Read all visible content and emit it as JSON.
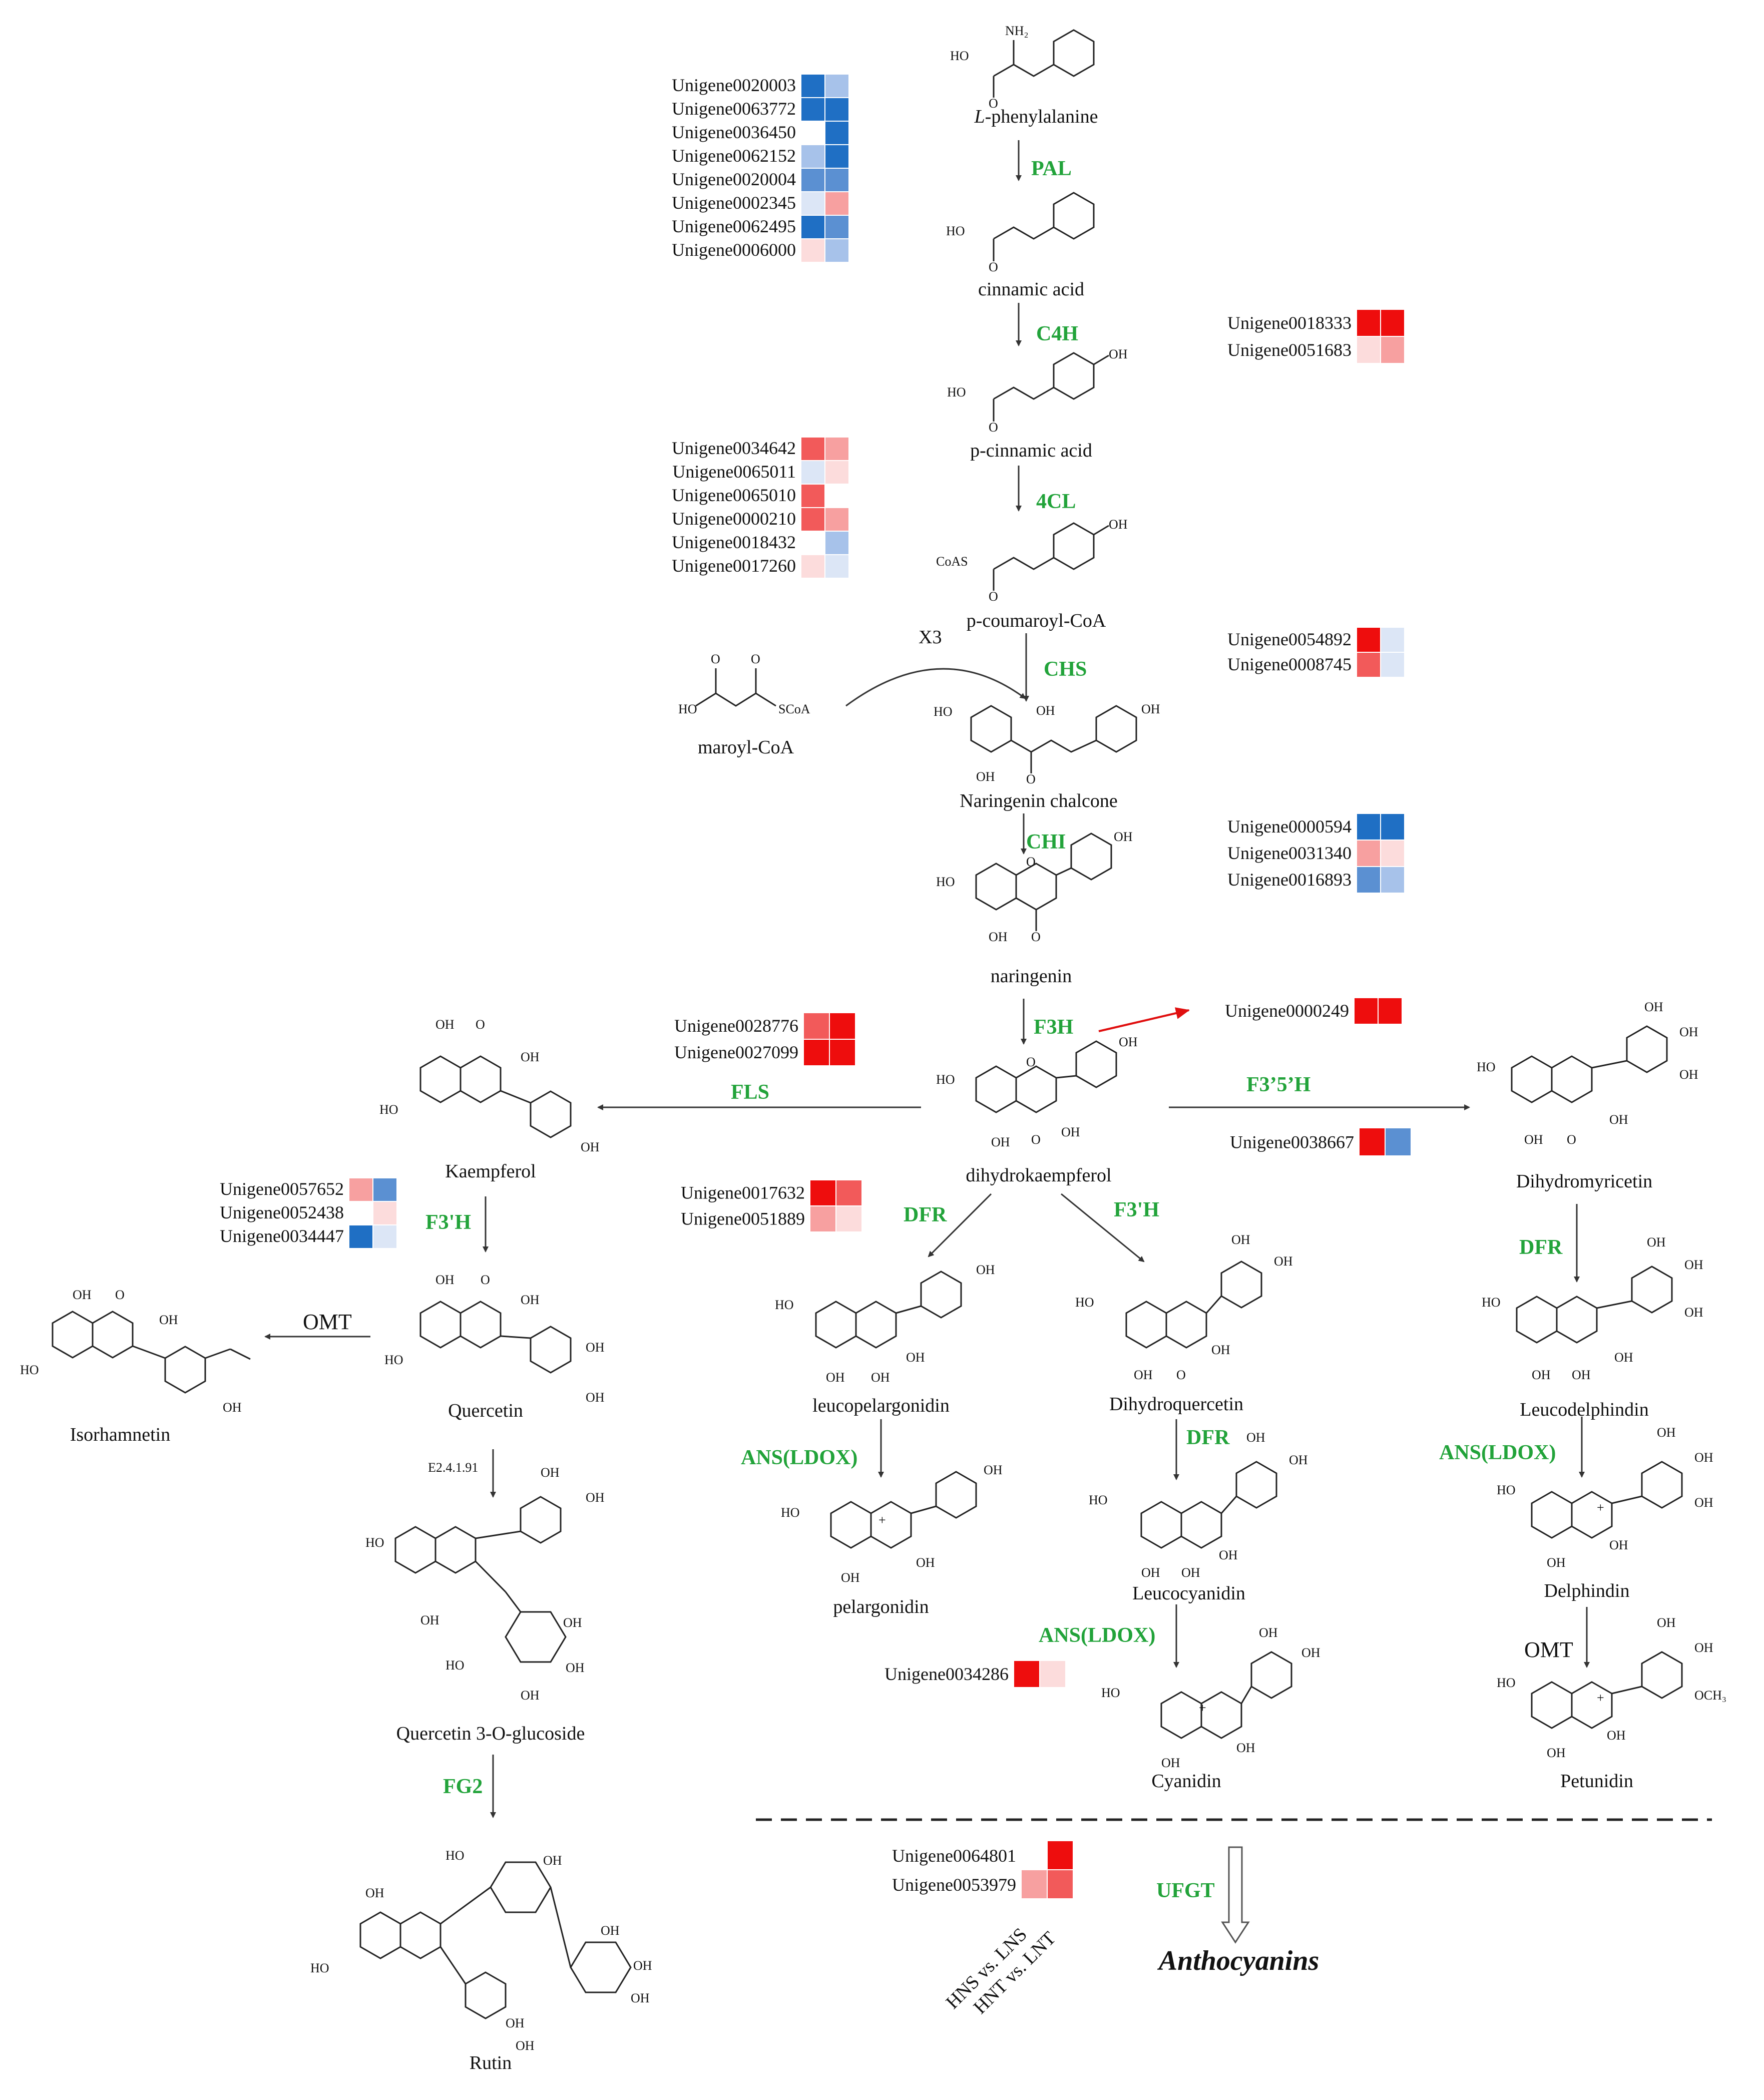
{
  "compounds": {
    "phe_prefix": "L",
    "phe_suffix": "-phenylalanine",
    "cinnamic": "cinnamic acid",
    "pcinnamic": "p-cinnamic acid",
    "pcoumaroyl": "p-coumaroyl-CoA",
    "maroyl": "maroyl-CoA",
    "chalcone": "Naringenin chalcone",
    "naringenin": "naringenin",
    "dhk": "dihydrokaempferol",
    "kaempferol": "Kaempferol",
    "quercetin": "Quercetin",
    "isorhamnetin": "Isorhamnetin",
    "q3g": "Quercetin 3-O-glucoside",
    "rutin": "Rutin",
    "leucopel": "leucopelargonidin",
    "pelargonidin": "pelargonidin",
    "dhq": "Dihydroquercetin",
    "leucocyan": "Leucocyanidin",
    "cyanidin": "Cyanidin",
    "dhm": "Dihydromyricetin",
    "leucodel": "Leucodelphindin",
    "delphindin": "Delphindin",
    "petunidin": "Petunidin",
    "anthocyanins": "Anthocyanins"
  },
  "enzymes": {
    "pal": "PAL",
    "c4h": "C4H",
    "fourcl": "4CL",
    "chs": "CHS",
    "chi": "CHI",
    "f3h": "F3H",
    "fls": "FLS",
    "f35h": "F3’5’H",
    "f3ph_a": "F3'H",
    "f3ph_b": "F3'H",
    "dfr_a": "DFR",
    "dfr_b": "DFR",
    "dfr_c": "DFR",
    "ans_a": "ANS(LDOX)",
    "ans_b": "ANS(LDOX)",
    "ans_c": "ANS(LDOX)",
    "fg2": "FG2",
    "ufgt": "UFGT",
    "omt_a": "OMT",
    "omt_b": "OMT",
    "x3": "X3",
    "e2": "E2.4.1.91"
  },
  "legend": {
    "col1": "HNS vs. LNS",
    "col2": "HNT vs. LNT"
  },
  "colors": {
    "R4": "#ee0d0d",
    "R3": "#f25a5a",
    "R2": "#f7a0a0",
    "R1": "#fcdcdc",
    "B4": "#1f6fc4",
    "B3": "#5b90d2",
    "B2": "#a7c2ea",
    "B1": "#dce6f6",
    "W": "#ffffff",
    "enzyme_green": "#22a33a",
    "arrow_red": "#e01010"
  },
  "gene_groups": [
    {
      "id": "pal",
      "genes": [
        {
          "name": "Unigene0020003",
          "cells": [
            "B4",
            "B2"
          ]
        },
        {
          "name": "Unigene0063772",
          "cells": [
            "B4",
            "B4"
          ]
        },
        {
          "name": "Unigene0036450",
          "cells": [
            "W",
            "B4"
          ]
        },
        {
          "name": "Unigene0062152",
          "cells": [
            "B2",
            "B4"
          ]
        },
        {
          "name": "Unigene0020004",
          "cells": [
            "B3",
            "B3"
          ]
        },
        {
          "name": "Unigene0002345",
          "cells": [
            "B1",
            "R2"
          ]
        },
        {
          "name": "Unigene0062495",
          "cells": [
            "B4",
            "B3"
          ]
        },
        {
          "name": "Unigene0006000",
          "cells": [
            "R1",
            "B2"
          ]
        }
      ]
    },
    {
      "id": "c4h",
      "genes": [
        {
          "name": "Unigene0018333",
          "cells": [
            "R4",
            "R4"
          ]
        },
        {
          "name": "Unigene0051683",
          "cells": [
            "R1",
            "R2"
          ]
        }
      ]
    },
    {
      "id": "4cl",
      "genes": [
        {
          "name": "Unigene0034642",
          "cells": [
            "R3",
            "R2"
          ]
        },
        {
          "name": "Unigene0065011",
          "cells": [
            "B1",
            "R1"
          ]
        },
        {
          "name": "Unigene0065010",
          "cells": [
            "R3",
            "W"
          ]
        },
        {
          "name": "Unigene0000210",
          "cells": [
            "R3",
            "R2"
          ]
        },
        {
          "name": "Unigene0018432",
          "cells": [
            "W",
            "B2"
          ]
        },
        {
          "name": "Unigene0017260",
          "cells": [
            "R1",
            "B1"
          ]
        }
      ]
    },
    {
      "id": "chs",
      "genes": [
        {
          "name": "Unigene0054892",
          "cells": [
            "R4",
            "B1"
          ]
        },
        {
          "name": "Unigene0008745",
          "cells": [
            "R3",
            "B1"
          ]
        }
      ]
    },
    {
      "id": "chi",
      "genes": [
        {
          "name": "Unigene0000594",
          "cells": [
            "B4",
            "B4"
          ]
        },
        {
          "name": "Unigene0031340",
          "cells": [
            "R2",
            "R1"
          ]
        },
        {
          "name": "Unigene0016893",
          "cells": [
            "B3",
            "B2"
          ]
        }
      ]
    },
    {
      "id": "f3h_left",
      "genes": [
        {
          "name": "Unigene0028776",
          "cells": [
            "R3",
            "R4"
          ]
        },
        {
          "name": "Unigene0027099",
          "cells": [
            "R4",
            "R4"
          ]
        }
      ]
    },
    {
      "id": "f3h_right",
      "genes": [
        {
          "name": "Unigene0000249",
          "cells": [
            "R4",
            "R4"
          ]
        }
      ]
    },
    {
      "id": "f35h",
      "genes": [
        {
          "name": "Unigene0038667",
          "cells": [
            "R4",
            "B3"
          ]
        }
      ]
    },
    {
      "id": "f3ph",
      "genes": [
        {
          "name": "Unigene0057652",
          "cells": [
            "R2",
            "B3"
          ]
        },
        {
          "name": "Unigene0052438",
          "cells": [
            "W",
            "R1"
          ]
        },
        {
          "name": "Unigene0034447",
          "cells": [
            "B4",
            "B1"
          ]
        }
      ]
    },
    {
      "id": "dfr",
      "genes": [
        {
          "name": "Unigene0017632",
          "cells": [
            "R4",
            "R3"
          ]
        },
        {
          "name": "Unigene0051889",
          "cells": [
            "R2",
            "R1"
          ]
        }
      ]
    },
    {
      "id": "ans",
      "genes": [
        {
          "name": "Unigene0034286",
          "cells": [
            "R4",
            "R1"
          ]
        }
      ]
    },
    {
      "id": "ufgt",
      "genes": [
        {
          "name": "Unigene0064801",
          "cells": [
            "W",
            "R4"
          ]
        },
        {
          "name": "Unigene0053979",
          "cells": [
            "R2",
            "R3"
          ]
        }
      ]
    }
  ]
}
